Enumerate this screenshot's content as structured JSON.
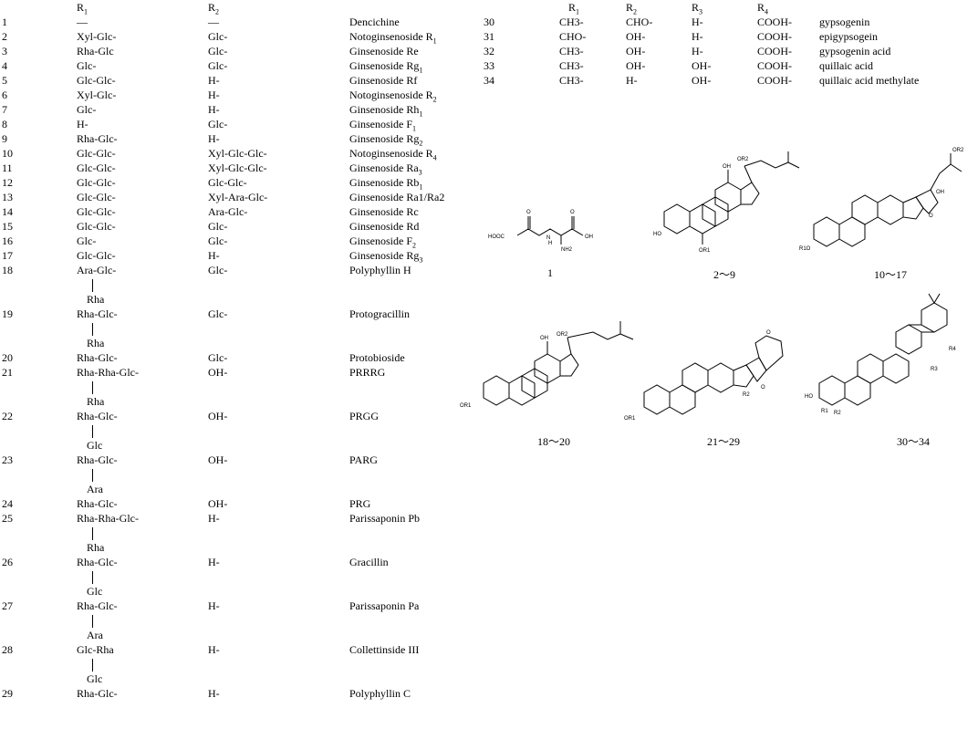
{
  "left_table": {
    "headers": [
      {
        "base": "R",
        "sub": "1"
      },
      {
        "base": "R",
        "sub": "2"
      }
    ],
    "rows": [
      {
        "no": "1",
        "r1": "—",
        "r2": "—",
        "name": "Dencichine",
        "name_sub": ""
      },
      {
        "no": "2",
        "r1": "Xyl-Glc-",
        "r2": "Glc-",
        "name": "Notoginsenoside R",
        "name_sub": "1"
      },
      {
        "no": "3",
        "r1": "Rha-Glc",
        "r2": "Glc-",
        "name": "Ginsenoside Re",
        "name_sub": ""
      },
      {
        "no": "4",
        "r1": "Glc-",
        "r2": "Glc-",
        "name": "Ginsenoside Rg",
        "name_sub": "1"
      },
      {
        "no": "5",
        "r1": "Glc-Glc-",
        "r2": "H-",
        "name": "Ginsenoside Rf",
        "name_sub": ""
      },
      {
        "no": "6",
        "r1": "Xyl-Glc-",
        "r2": "H-",
        "name": "Notoginsenoside R",
        "name_sub": "2"
      },
      {
        "no": "7",
        "r1": "Glc-",
        "r2": "H-",
        "name": "Ginsenoside Rh",
        "name_sub": "1"
      },
      {
        "no": "8",
        "r1": "H-",
        "r2": "Glc-",
        "name": "Ginsenoside F",
        "name_sub": "1"
      },
      {
        "no": "9",
        "r1": "Rha-Glc-",
        "r2": "H-",
        "name": "Ginsenoside Rg",
        "name_sub": "2"
      },
      {
        "no": "10",
        "r1": "Glc-Glc-",
        "r2": "Xyl-Glc-Glc-",
        "name": "Notoginsenoside R",
        "name_sub": "4"
      },
      {
        "no": "11",
        "r1": "Glc-Glc-",
        "r2": "Xyl-Glc-Glc-",
        "name": "Ginsenoside Ra",
        "name_sub": "3"
      },
      {
        "no": "12",
        "r1": "Glc-Glc-",
        "r2": "Glc-Glc-",
        "name": "Ginsenoside Rb",
        "name_sub": "1"
      },
      {
        "no": "13",
        "r1": "Glc-Glc-",
        "r2": "Xyl-Ara-Glc-",
        "name": "Ginsenoside Ra1/Ra2",
        "name_sub": ""
      },
      {
        "no": "14",
        "r1": "Glc-Glc-",
        "r2": "Ara-Glc-",
        "name": "Ginsenoside Rc",
        "name_sub": ""
      },
      {
        "no": "15",
        "r1": "Glc-Glc-",
        "r2": "Glc-",
        "name": "Ginsenoside Rd",
        "name_sub": ""
      },
      {
        "no": "16",
        "r1": "Glc-",
        "r2": "Glc-",
        "name": "Ginsenoside F",
        "name_sub": "2"
      },
      {
        "no": "17",
        "r1": "Glc-Glc-",
        "r2": "H-",
        "name": "Ginsenoside Rg",
        "name_sub": "3"
      },
      {
        "no": "18",
        "r1": "Ara-Glc-",
        "r2": "Glc-",
        "name": "Polyphyllin  H",
        "name_sub": "",
        "branch": "Rha"
      },
      {
        "no": "19",
        "r1": "Rha-Glc-",
        "r2": "Glc-",
        "name": "Protogracillin",
        "name_sub": "",
        "branch": "Rha"
      },
      {
        "no": "20",
        "r1": "Rha-Glc-",
        "r2": "Glc-",
        "name": "Protobioside",
        "name_sub": ""
      },
      {
        "no": "21",
        "r1": "Rha-Rha-Glc-",
        "r2": "OH-",
        "name": "PRRRG",
        "name_sub": "",
        "branch": "Rha"
      },
      {
        "no": "22",
        "r1": "Rha-Glc-",
        "r2": "OH-",
        "name": "PRGG",
        "name_sub": "",
        "branch": "Glc"
      },
      {
        "no": "23",
        "r1": "Rha-Glc-",
        "r2": "OH-",
        "name": "PARG",
        "name_sub": "",
        "branch": "Ara"
      },
      {
        "no": "24",
        "r1": "Rha-Glc-",
        "r2": "OH-",
        "name": "PRG",
        "name_sub": ""
      },
      {
        "no": "25",
        "r1": "Rha-Rha-Glc-",
        "r2": "H-",
        "name": "Parissaponin Pb",
        "name_sub": "",
        "branch": "Rha"
      },
      {
        "no": "26",
        "r1": "Rha-Glc-",
        "r2": "H-",
        "name": "Gracillin",
        "name_sub": "",
        "branch": "Glc"
      },
      {
        "no": "27",
        "r1": "Rha-Glc-",
        "r2": "H-",
        "name": "Parissaponin Pa",
        "name_sub": "",
        "branch": "Ara"
      },
      {
        "no": "28",
        "r1": "Glc-Rha",
        "r2": "H-",
        "name": "Collettinside  III",
        "name_sub": "",
        "branch": "Glc"
      },
      {
        "no": "29",
        "r1": "Rha-Glc-",
        "r2": "H-",
        "name": "Polyphyllin  C",
        "name_sub": ""
      }
    ]
  },
  "right_table": {
    "headers": [
      {
        "base": "R",
        "sub": "1"
      },
      {
        "base": "R",
        "sub": "2"
      },
      {
        "base": "R",
        "sub": "3"
      },
      {
        "base": "R",
        "sub": "4"
      }
    ],
    "rows": [
      {
        "no": "30",
        "r1": "CH3-",
        "r2": "CHO-",
        "r3": "H-",
        "r4": "COOH-",
        "name": "gypsogenin"
      },
      {
        "no": "31",
        "r1": "CHO-",
        "r2": "OH-",
        "r3": "H-",
        "r4": "COOH-",
        "name": "epigypsogein"
      },
      {
        "no": "32",
        "r1": "CH3-",
        "r2": "OH-",
        "r3": "H-",
        "r4": "COOH-",
        "name": "gypsogenin acid"
      },
      {
        "no": "33",
        "r1": "CH3-",
        "r2": "OH-",
        "r3": "OH-",
        "r4": "COOH-",
        "name": "quillaic  acid"
      },
      {
        "no": "34",
        "r1": "CH3-",
        "r2": "H-",
        "r3": "OH-",
        "r4": "COOH-",
        "name": "quillaic  acid methylate"
      }
    ]
  },
  "structures": [
    {
      "label": "1",
      "atoms": [
        "HOOC",
        "N",
        "H",
        "O",
        "NH2",
        "OH",
        "O"
      ]
    },
    {
      "label": "2～9",
      "atoms": [
        "OR2",
        "OH",
        "HO",
        "OR1"
      ]
    },
    {
      "label": "10～17",
      "atoms": [
        "OR2",
        "OH",
        "O",
        "R1O"
      ]
    },
    {
      "label": "18～20",
      "atoms": [
        "OH",
        "OR2",
        "OR1"
      ]
    },
    {
      "label": "21～29",
      "atoms": [
        "O",
        "R2",
        "O",
        "OR1"
      ]
    },
    {
      "label": "30～34",
      "atoms": [
        "R4",
        "R3",
        "HO",
        "R1",
        "R2"
      ]
    }
  ]
}
